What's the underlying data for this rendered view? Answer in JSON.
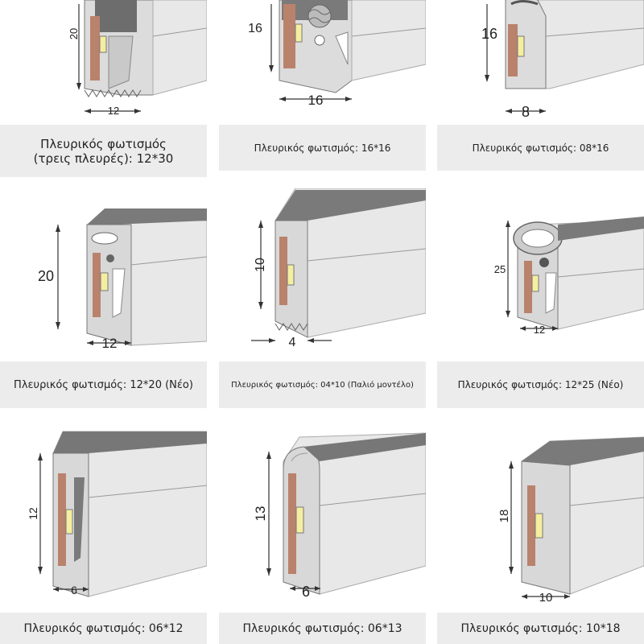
{
  "colors": {
    "caption_bg": "#ececec",
    "profile_body": "#dcdcdc",
    "profile_dark": "#7a7a7a",
    "led_chip": "#f4eea0",
    "pcb": "#b9826c"
  },
  "cards": [
    {
      "caption_line1": "Πλευρικός φωτισμός",
      "caption_line2": "(τρεις πλευρές): 12*30",
      "dim_a": "20",
      "dim_b": "12"
    },
    {
      "caption_line1": "Πλευρικός φωτισμός: 16*16",
      "caption_line2": "",
      "dim_a": "16",
      "dim_b": "16"
    },
    {
      "caption_line1": "Πλευρικός φωτισμός: 08*16",
      "caption_line2": "",
      "dim_a": "16",
      "dim_b": "8"
    },
    {
      "caption_line1": "Πλευρικός φωτισμός: 12*20 (Νέο)",
      "caption_line2": "",
      "dim_a": "20",
      "dim_b": "12"
    },
    {
      "caption_line1": "Πλευρικός φωτισμός: 04*10 (Παλιό μοντέλο)",
      "caption_line2": "",
      "dim_a": "10",
      "dim_b": "4"
    },
    {
      "caption_line1": "Πλευρικός φωτισμός: 12*25 (Νέο)",
      "caption_line2": "",
      "dim_a": "25",
      "dim_b": "12"
    },
    {
      "caption_line1": "Πλευρικός φωτισμός: 06*12",
      "caption_line2": "",
      "dim_a": "12",
      "dim_b": "6"
    },
    {
      "caption_line1": "Πλευρικός φωτισμός: 06*13",
      "caption_line2": "",
      "dim_a": "13",
      "dim_b": "6"
    },
    {
      "caption_line1": "Πλευρικός φωτισμός: 10*18",
      "caption_line2": "",
      "dim_a": "18",
      "dim_b": "10"
    }
  ]
}
